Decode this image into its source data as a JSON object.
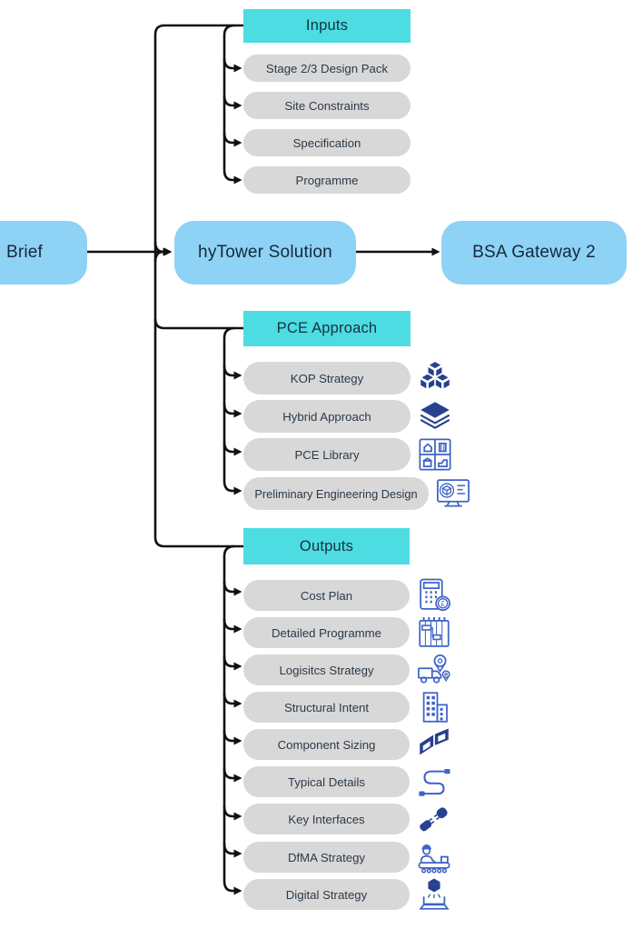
{
  "diagram": {
    "nodes": {
      "brief": {
        "label": "Brief"
      },
      "hytower": {
        "label": "hyTower Solution"
      },
      "bsa": {
        "label": "BSA Gateway 2"
      }
    },
    "sections": [
      {
        "title": "Inputs",
        "items": [
          {
            "label": "Stage 2/3 Design Pack"
          },
          {
            "label": "Site Constraints"
          },
          {
            "label": "Specification"
          },
          {
            "label": "Programme"
          }
        ]
      },
      {
        "title": "PCE Approach",
        "items": [
          {
            "label": "KOP Strategy",
            "icon": "cubes-icon"
          },
          {
            "label": "Hybrid Approach",
            "icon": "layers-icon"
          },
          {
            "label": "PCE Library",
            "icon": "modules-library-icon"
          },
          {
            "label": "Preliminary Engineering Design",
            "icon": "cad-monitor-icon"
          }
        ]
      },
      {
        "title": "Outputs",
        "items": [
          {
            "label": "Cost Plan",
            "icon": "calculator-icon"
          },
          {
            "label": "Detailed Programme",
            "icon": "gantt-chart-icon"
          },
          {
            "label": "Logisitcs Strategy",
            "icon": "logistics-truck-icon"
          },
          {
            "label": "Structural Intent",
            "icon": "buildings-icon"
          },
          {
            "label": "Component Sizing",
            "icon": "panels-icon"
          },
          {
            "label": "Typical Details",
            "icon": "cable-icon"
          },
          {
            "label": "Key Interfaces",
            "icon": "plug-icon"
          },
          {
            "label": "DfMA Strategy",
            "icon": "assembly-line-icon"
          },
          {
            "label": "Digital Strategy",
            "icon": "hologram-cube-icon"
          }
        ]
      }
    ],
    "colors": {
      "header_teal": "#4cdce2",
      "node_blue": "#8ed2f5",
      "pill_gray": "#d8d8d8",
      "line_black": "#111111",
      "icon_navy": "#27418f",
      "icon_blue": "#3e63c6",
      "text_dark": "#1a2b3c"
    }
  }
}
